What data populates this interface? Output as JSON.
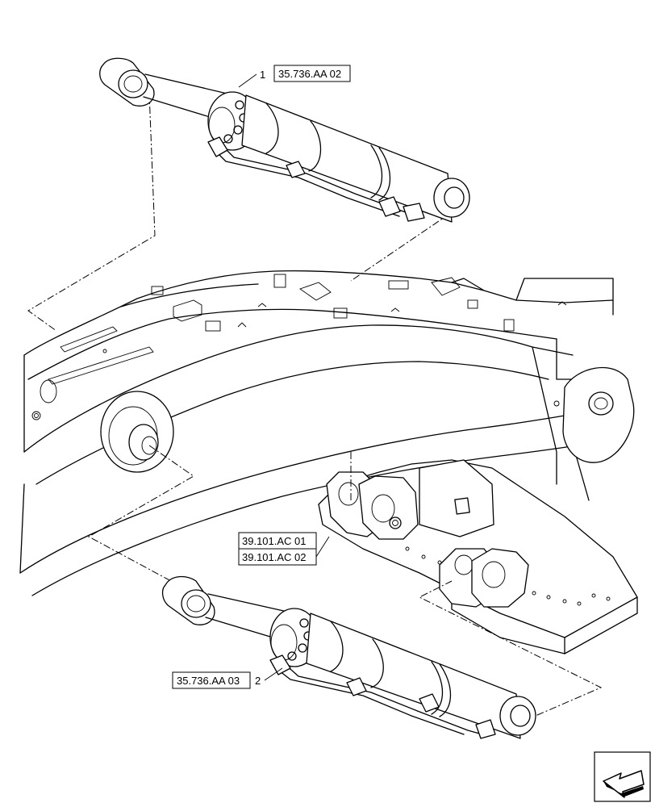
{
  "callouts": {
    "item_1": {
      "number": "1",
      "reference": "35.736.AA 02"
    },
    "item_2": {
      "number": "2",
      "reference": "35.736.AA 03"
    },
    "boom_ref_1": "39.101.AC 01",
    "boom_ref_2": "39.101.AC 02"
  },
  "nav_icon": "next-page-arrow-icon"
}
